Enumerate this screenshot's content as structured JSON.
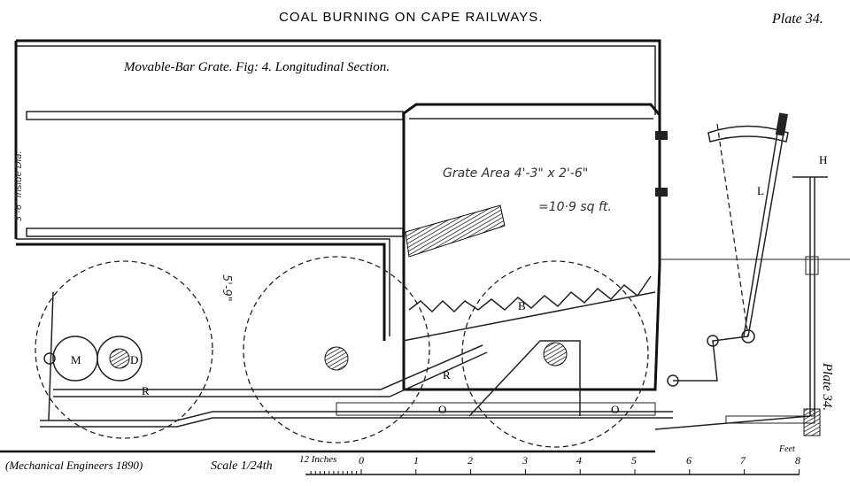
{
  "header": {
    "title": "COAL BURNING ON CAPE RAILWAYS.",
    "plate": "Plate 34.",
    "plate_side": "Plate 34."
  },
  "figure": {
    "caption": "Movable-Bar Grate.   Fig: 4.  Longitudinal   Section.",
    "boiler_dimension": "3'-6\" Inside Dia.",
    "wheel_dimension": "5'-9\"",
    "grate_area_line1": "Grate Area 4'-3\" x 2'-6\"",
    "grate_area_line2": "=10·9 sq ft.",
    "labels": {
      "M": "M",
      "D": "D",
      "R1": "R",
      "R2": "R",
      "B": "B",
      "O1": "O",
      "O2": "O",
      "L": "L",
      "H": "H"
    }
  },
  "footer": {
    "source": "(Mechanical Engineers 1890)",
    "scale": "Scale 1/24th",
    "inches": "12 Inches",
    "ticks": [
      "0",
      "1",
      "2",
      "3",
      "4",
      "5",
      "6",
      "7",
      "8"
    ],
    "unit": "Feet"
  }
}
